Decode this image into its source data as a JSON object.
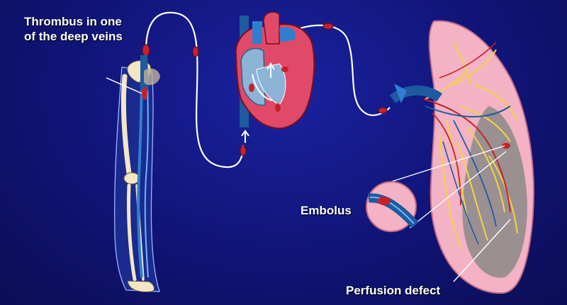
{
  "labels": {
    "thrombus_line1": "Thrombus in one",
    "thrombus_line2": "of the deep veins",
    "embolus": "Embolus",
    "perfusion": "Perfusion defect"
  },
  "colors": {
    "background": "#101476",
    "vein": "#1e5a9e",
    "clot": "#c8202a",
    "lung": "#f3b3c4",
    "bone": "#f2e6c6",
    "heart_red": "#e04a68",
    "artery_yellow": "#f2d443",
    "defect": "#8a8a8a",
    "path": "#ffffff"
  }
}
